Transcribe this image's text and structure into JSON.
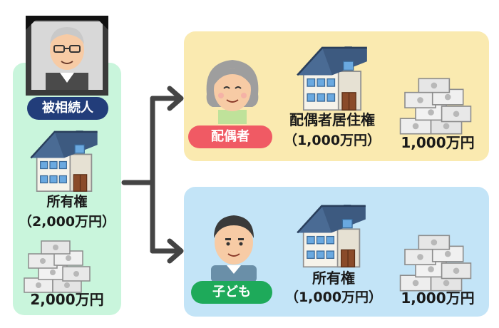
{
  "deceased": {
    "label": "被相続人",
    "ownership_label": "所有権",
    "ownership_value": "（2,000万円）",
    "cash_value": "2,000万円"
  },
  "spouse": {
    "label": "配偶者",
    "right_label": "配偶者居住権",
    "right_value": "（1,000万円）",
    "cash_value": "1,000万円"
  },
  "child": {
    "label": "子ども",
    "ownership_label": "所有権",
    "ownership_value": "（1,000万円）",
    "cash_value": "1,000万円"
  },
  "colors": {
    "left_panel": "#c9f5dc",
    "spouse_panel": "#faeab0",
    "child_panel": "#c3e4f7",
    "deceased_badge": "#223d7a",
    "spouse_badge": "#f05a64",
    "child_badge": "#1eaa5a",
    "arrow": "#444444"
  },
  "icons": [
    "portrait-frame-icon",
    "house-icon",
    "money-stack-icon",
    "elderly-woman-icon",
    "man-icon"
  ]
}
